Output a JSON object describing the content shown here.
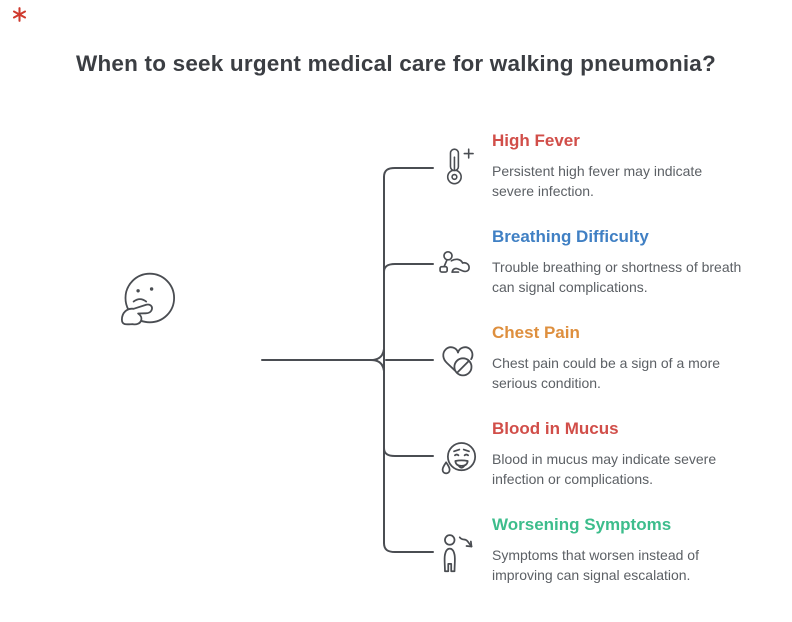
{
  "page": {
    "background": "#ffffff"
  },
  "logo": {
    "name": "brand-mark",
    "color": "#cf3a2e"
  },
  "title": {
    "text": "When to seek urgent medical care for walking pneumonia?",
    "color": "#3b3e43"
  },
  "figure": {
    "left_icon": "thinking-face-icon",
    "stroke_color": "#4a4d52"
  },
  "items": [
    {
      "heading": "High Fever",
      "color": "#d14e49",
      "icon": "thermometer-plus-icon",
      "description": "Persistent high fever may indicate severe infection."
    },
    {
      "heading": "Breathing Difficulty",
      "color": "#4080c4",
      "icon": "crawling-person-icon",
      "description": "Trouble breathing or shortness of breath can signal complications."
    },
    {
      "heading": "Chest Pain",
      "color": "#de8f3e",
      "icon": "heart-blocked-icon",
      "description": "Chest pain could be a sign of a more serious condition."
    },
    {
      "heading": "Blood in Mucus",
      "color": "#d14e49",
      "icon": "sick-face-droplet-icon",
      "description": "Blood in mucus may indicate severe infection or complications."
    },
    {
      "heading": "Worsening Symptoms",
      "color": "#3dbd8c",
      "icon": "person-declining-arrow-icon",
      "description": "Symptoms that worsen instead of improving can signal escalation."
    }
  ]
}
